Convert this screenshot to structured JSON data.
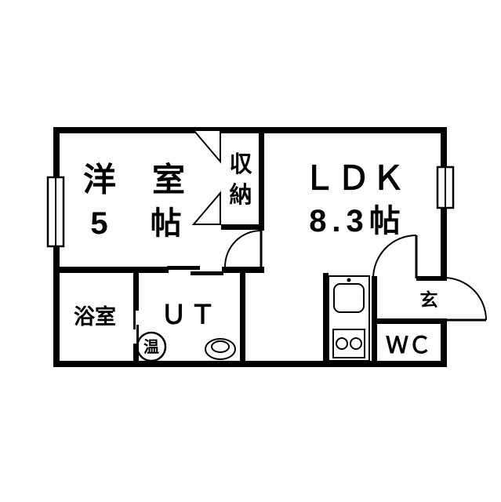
{
  "colors": {
    "wall": "#000000",
    "background": "#ffffff",
    "line": "#000000"
  },
  "rooms": {
    "western_room": {
      "label": "洋　室",
      "size": "5　帖"
    },
    "closet": {
      "label": "収納",
      "char1": "収",
      "char2": "納"
    },
    "ldk": {
      "label": "ＬＤＫ",
      "size": "8.3帖"
    },
    "bathroom": {
      "label": "浴室"
    },
    "utility_room": {
      "label": "ＵＴ"
    },
    "hot_water_unit": {
      "label": "温"
    },
    "entrance": {
      "label": "玄"
    },
    "toilet": {
      "label": "ＷＣ"
    }
  }
}
